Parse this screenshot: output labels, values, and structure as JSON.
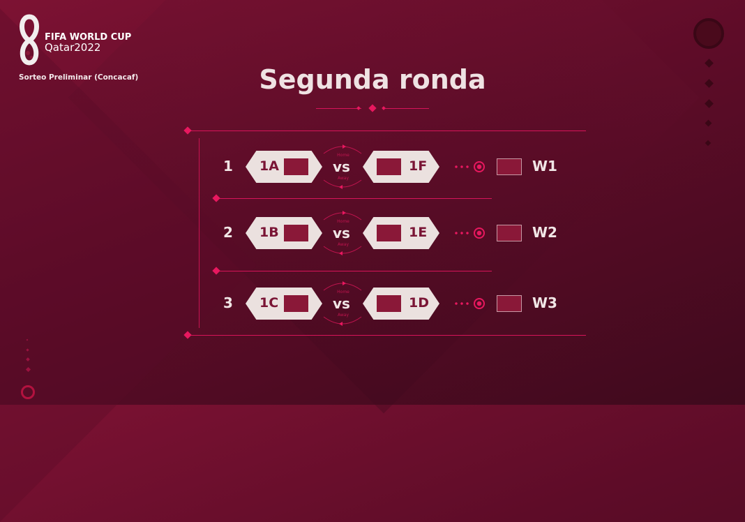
{
  "header": {
    "brand_line1": "FIFA WORLD CUP",
    "brand_line2": "Qatar2022",
    "subtitle": "Sorteo Preliminar (Concacaf)"
  },
  "title": "Segunda ronda",
  "labels": {
    "vs": "vs",
    "home": "Home",
    "away": "Away"
  },
  "matches": [
    {
      "number": "1",
      "home": "1A",
      "away": "1F",
      "winner": "W1"
    },
    {
      "number": "2",
      "home": "1B",
      "away": "1E",
      "winner": "W2"
    },
    {
      "number": "3",
      "home": "1C",
      "away": "1D",
      "winner": "W3"
    }
  ],
  "colors": {
    "accent": "#e8185f",
    "background": "#5e0c28",
    "card": "#ebe1df"
  }
}
